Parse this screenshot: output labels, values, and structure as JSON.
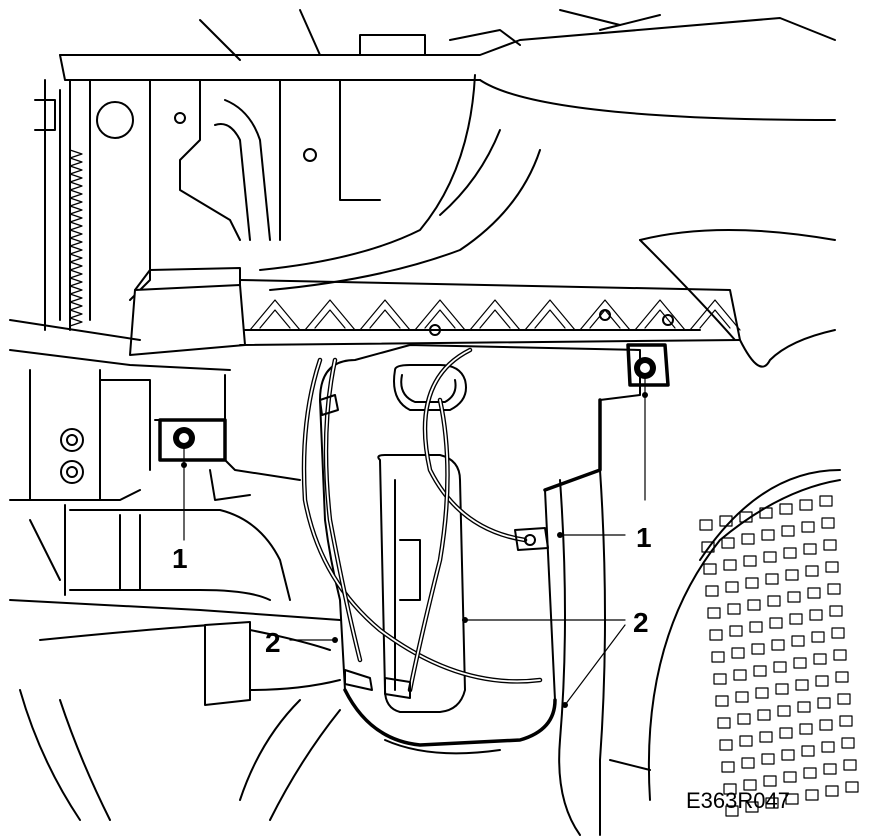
{
  "figure": {
    "id": "E363R047"
  },
  "callouts": [
    {
      "key": "c1a",
      "label": "1"
    },
    {
      "key": "c1b",
      "label": "1"
    },
    {
      "key": "c2a",
      "label": "2"
    },
    {
      "key": "c2b",
      "label": "2"
    }
  ],
  "colors": {
    "line": "#000000",
    "background": "#ffffff"
  }
}
